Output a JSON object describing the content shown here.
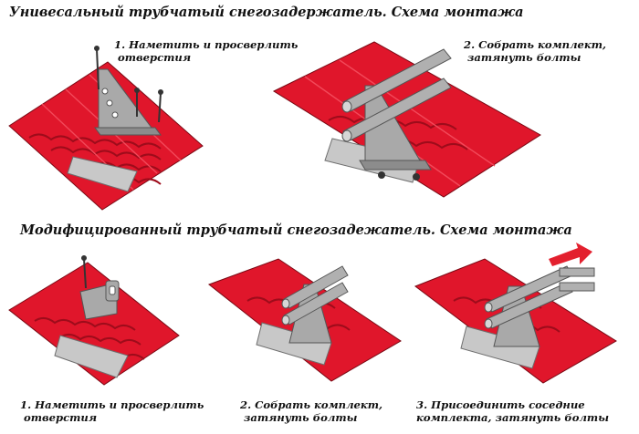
{
  "section1": {
    "title": "Унивесальный трубчатый снегозадержатель. Схема монтажа",
    "step1": {
      "line1": "1. Наметить и просверлить",
      "line2": "отверстия"
    },
    "step2": {
      "line1": "2. Собрать комплект,",
      "line2": "затянуть болты"
    }
  },
  "section2": {
    "title": "Модифицированный трубчатый снегозадежатель. Схема монтажа",
    "step1": {
      "line1": "1. Наметить и просверлить",
      "line2": "отверстия"
    },
    "step2": {
      "line1": "2. Собрать комплект,",
      "line2": "затянуть болты"
    },
    "step3": {
      "line1": "3. Присоединить соседние",
      "line2": "комплекта, затянуть болты"
    }
  },
  "colors": {
    "roof": "#e0162b",
    "roof_dark": "#9e0c1b",
    "roof_light": "#f2495a",
    "steel": "#a9a9a9",
    "steel_dark": "#6e6e6e",
    "arrow": "#e3202e"
  },
  "icons": {
    "screw": "screw-icon",
    "bracket": "bracket-icon",
    "arrow": "direction-arrow-icon"
  }
}
